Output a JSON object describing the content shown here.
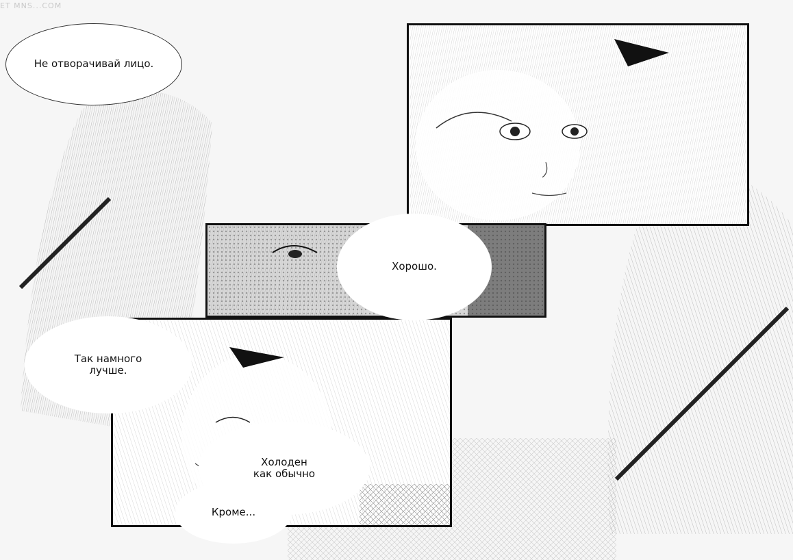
{
  "watermark": "ET  MNS...COM",
  "bubbles": {
    "b1": "Не отворачивай лицо.",
    "b2": "Хорошо.",
    "b3_line1": "Так намного",
    "b3_line2": "лучше.",
    "b4_line1": "Холоден",
    "b4_line2": "как обычно",
    "b5": "Кроме..."
  }
}
